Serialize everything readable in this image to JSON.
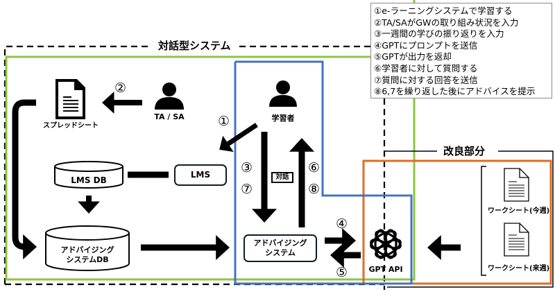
{
  "groups": {
    "dialogue_system": {
      "title": "対話型システム"
    },
    "improved_part": {
      "title": "改良部分"
    }
  },
  "legend": {
    "items": [
      "①e-ラーニングシステムで学習する",
      "②TA/SAがGWの取り組み状況を入力",
      "③一週間の学びの振り返りを入力",
      "④GPTにプロンプトを送信",
      "⑤GPTが出力を返却",
      "⑥学習者に対して質問する",
      "⑦質問に対する回答を送信",
      "⑧6,7を繰り返した後にアドバイスを提示"
    ]
  },
  "nodes": {
    "spreadsheet": {
      "label": "スプレッドシート",
      "icon": "document-icon"
    },
    "ta_sa": {
      "label": "TA / SA",
      "icon": "person-icon"
    },
    "learner": {
      "label": "学習者",
      "icon": "person-icon"
    },
    "lms_db": {
      "label": "LMS DB",
      "icon": "database-icon"
    },
    "lms": {
      "label": "LMS"
    },
    "advising_db": {
      "line1": "アドバイジング",
      "line2": "システムDB",
      "icon": "database-icon"
    },
    "advising_system": {
      "line1": "アドバイジング",
      "line2": "システム"
    },
    "dialogue_tag": {
      "label": "対話"
    },
    "gpt_api": {
      "label": "GPT API",
      "icon": "openai-logo-icon"
    },
    "worksheet_this_week": {
      "label": "ワークシート(今週)",
      "icon": "document-icon"
    },
    "worksheet_next_week": {
      "label": "ワークシート(来週)",
      "icon": "document-icon"
    }
  },
  "step_numbers": {
    "s1": "①",
    "s2": "②",
    "s3": "③",
    "s4": "④",
    "s5": "⑤",
    "s6": "⑥",
    "s7": "⑦",
    "s8": "⑧"
  },
  "colors": {
    "green_frame": "#8cc63f",
    "blue_frame": "#4472c4",
    "orange_frame": "#e06c24",
    "legend_border": "#8a8a8a",
    "arrow": "#000000"
  }
}
